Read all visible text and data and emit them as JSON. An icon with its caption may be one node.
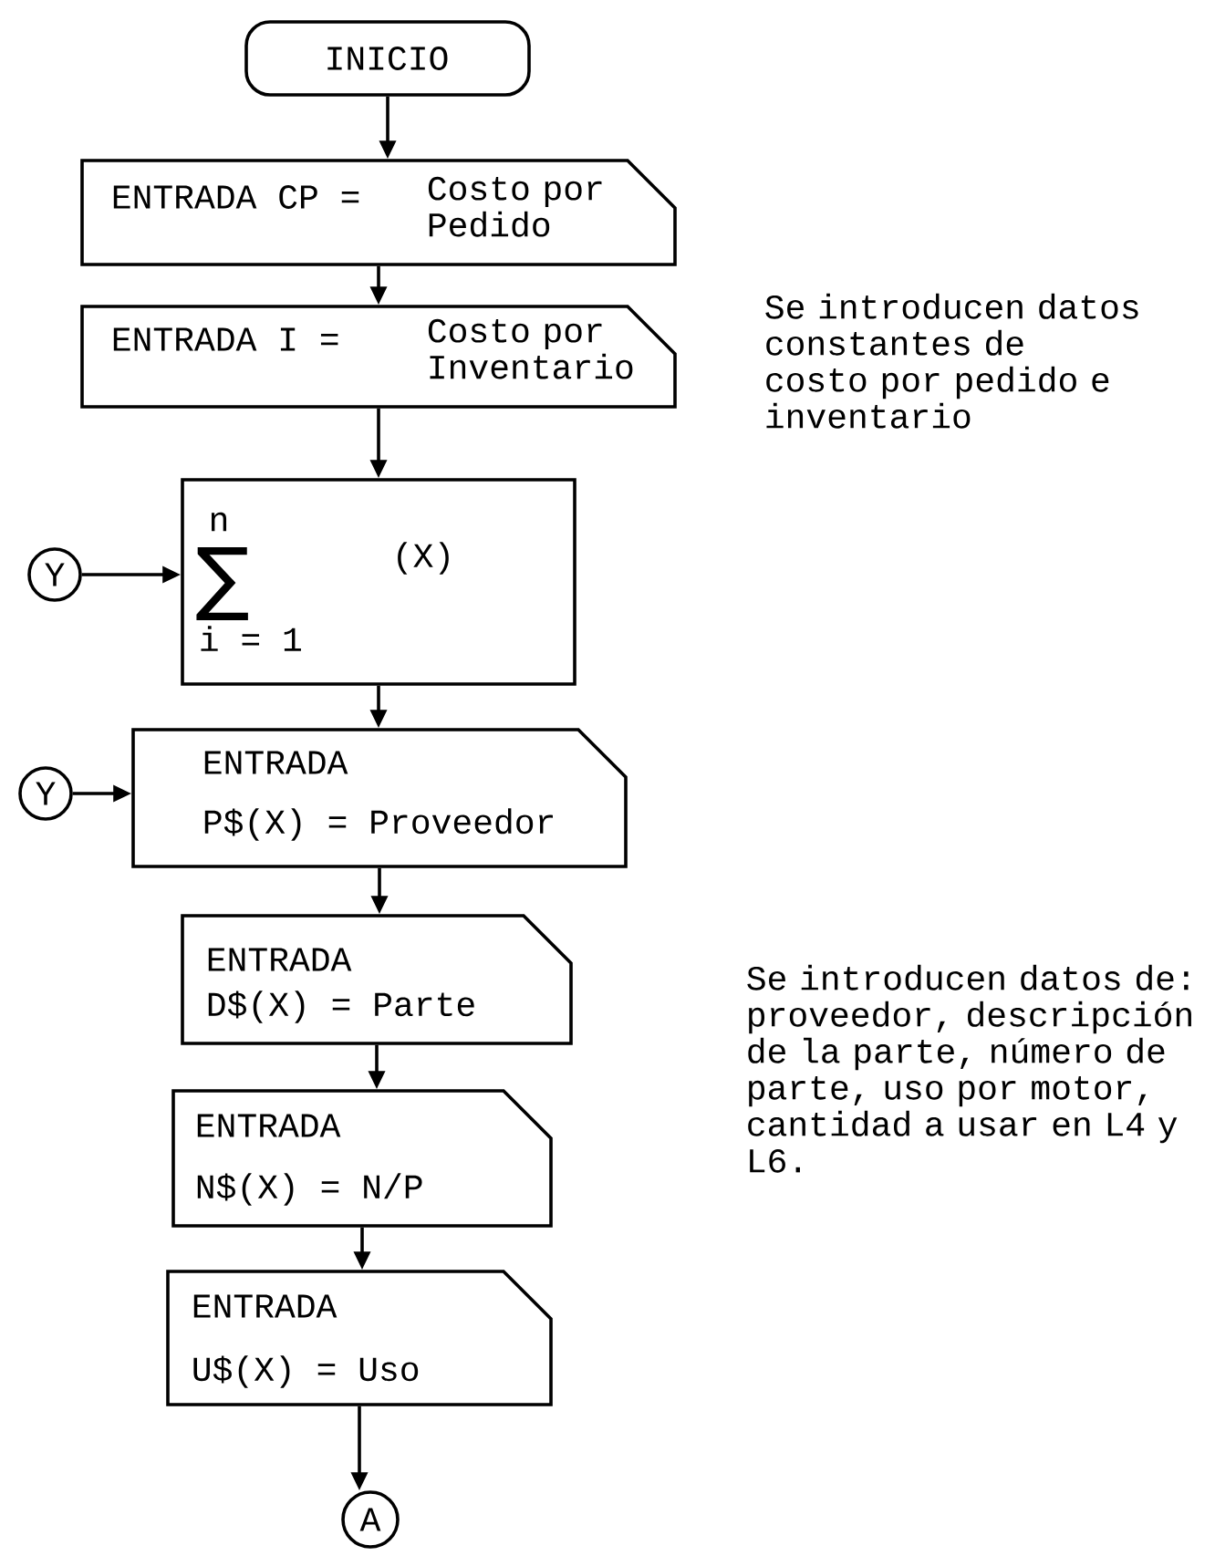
{
  "diagram": {
    "nodes": [
      {
        "text": [
          "INICIO"
        ]
      },
      {
        "text": [
          "ENTRADA CP =",
          "Costo por Pedido"
        ]
      },
      {
        "text": [
          "ENTRADA I =",
          "Costo por Inventario"
        ]
      },
      {
        "text": [
          "n",
          "∑",
          "(X)",
          "i = 1"
        ]
      },
      {
        "text": [
          "Y"
        ]
      },
      {
        "text": [
          "ENTRADA",
          "P$(X) = Proveedor"
        ]
      },
      {
        "text": [
          "Y"
        ]
      },
      {
        "text": [
          "ENTRADA",
          "D$(X) = Parte"
        ]
      },
      {
        "text": [
          "ENTRADA",
          "N$(X) = N/P"
        ]
      },
      {
        "text": [
          "ENTRADA",
          "U$(X) = Uso"
        ]
      },
      {
        "text": [
          "A"
        ]
      }
    ],
    "edges": [
      {
        "from": 0,
        "to": 1,
        "arrow": "to"
      },
      {
        "from": 1,
        "to": 2,
        "arrow": "to"
      },
      {
        "from": 2,
        "to": 3,
        "arrow": "to"
      },
      {
        "from": 4,
        "to": 3,
        "arrow": "to"
      },
      {
        "from": 3,
        "to": 5,
        "arrow": "to"
      },
      {
        "from": 6,
        "to": 5,
        "arrow": "to"
      },
      {
        "from": 5,
        "to": 7,
        "arrow": "to"
      },
      {
        "from": 7,
        "to": 8,
        "arrow": "to"
      },
      {
        "from": 8,
        "to": 9,
        "arrow": "to"
      },
      {
        "from": 9,
        "to": 10,
        "arrow": "to"
      }
    ],
    "labels": [
      "Se introducen datos constantes de costo por pedido e inventario",
      "Se introducen datos de: proveedor, descripción de la parte, número de parte, uso por motor, cantidad a usar en L4 y L6."
    ]
  }
}
